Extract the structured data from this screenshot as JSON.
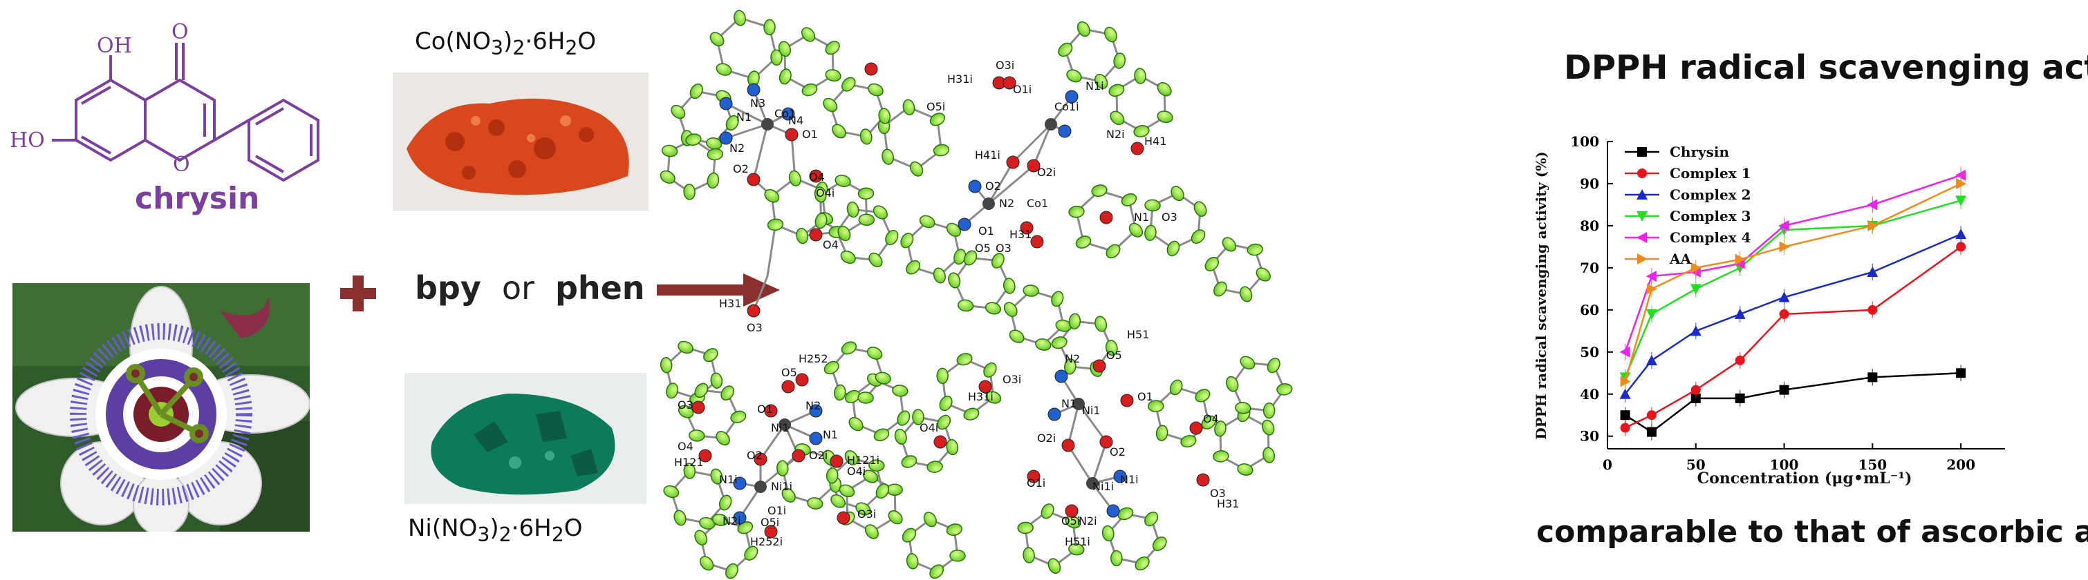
{
  "chrysin": {
    "name": "chrysin",
    "atom_labels": [
      "OH",
      "O",
      "HO",
      "O"
    ],
    "ring_color": "#7B3FA0"
  },
  "reagents": {
    "cobalt_label": "Co(NO3)2·6H2O",
    "nickel_label": "Ni(NO3)2·6H2O",
    "cobalt_color": "#D8481C",
    "nickel_color": "#0E7A5C"
  },
  "ligands": {
    "bpy": "bpy",
    "or": "or",
    "phen": "phen"
  },
  "structures": {
    "co_monomer": [
      "N3",
      "N1",
      "Co1",
      "N4",
      "O1",
      "N2",
      "O2",
      "O4",
      "H31",
      "O3"
    ],
    "co_dimer": [
      "O3i",
      "H31i",
      "O1i",
      "N1i",
      "O5i",
      "Co1i",
      "N2i",
      "H41",
      "O4",
      "O4i",
      "H41i",
      "O2i",
      "O2",
      "N2",
      "Co1",
      "O1",
      "N1",
      "O5",
      "O3",
      "H31"
    ],
    "ni_dimer_left": [
      "O5",
      "H252",
      "O3",
      "O1",
      "N2",
      "Ni1",
      "N1",
      "O4",
      "O2",
      "O2i",
      "H121i",
      "H121",
      "O4i",
      "N1i",
      "Ni1i",
      "N2i",
      "O1i",
      "O5i",
      "H252i",
      "O3i"
    ],
    "ni_dimer_right": [
      "H51",
      "O5",
      "N2",
      "O3i",
      "H31i",
      "N1",
      "Ni1",
      "O1",
      "O4",
      "O4i",
      "O2i",
      "O2",
      "N1i",
      "O1i",
      "Ni1i",
      "O3",
      "H31",
      "N2i",
      "O5i",
      "H51i"
    ]
  },
  "chart_data": {
    "type": "line",
    "title": "DPPH radical scavenging activity",
    "xlabel": "Concentration (μg•mL⁻¹)",
    "ylabel": "DPPH radical scavenging activity (%)",
    "x": [
      10,
      25,
      50,
      75,
      100,
      150,
      200
    ],
    "x_ticks": [
      0,
      50,
      100,
      150,
      200
    ],
    "y_ticks": [
      30,
      40,
      50,
      60,
      70,
      80,
      90,
      100
    ],
    "xlim": [
      0,
      225
    ],
    "ylim": [
      27,
      100
    ],
    "series": [
      {
        "name": "Chrysin",
        "color": "#000000",
        "marker": "square",
        "values": [
          35,
          31,
          39,
          39,
          41,
          44,
          45
        ]
      },
      {
        "name": "Complex 1",
        "color": "#E8131B",
        "marker": "circle",
        "values": [
          32,
          35,
          41,
          48,
          59,
          60,
          75
        ]
      },
      {
        "name": "Complex 2",
        "color": "#1A29C9",
        "marker": "triangle",
        "values": [
          40,
          48,
          55,
          59,
          63,
          69,
          78
        ]
      },
      {
        "name": "Complex 3",
        "color": "#22DD22",
        "marker": "tri-down",
        "values": [
          44,
          59,
          65,
          70,
          79,
          80,
          86
        ]
      },
      {
        "name": "Complex 4",
        "color": "#EE22EE",
        "marker": "tri-left",
        "values": [
          50,
          68,
          69,
          71,
          80,
          85,
          92
        ]
      },
      {
        "name": "AA",
        "color": "#F08A1C",
        "marker": "tri-right",
        "values": [
          43,
          65,
          70,
          72,
          75,
          80,
          90
        ]
      }
    ]
  },
  "footer": {
    "text": "comparable to that of ascorbic acid"
  }
}
